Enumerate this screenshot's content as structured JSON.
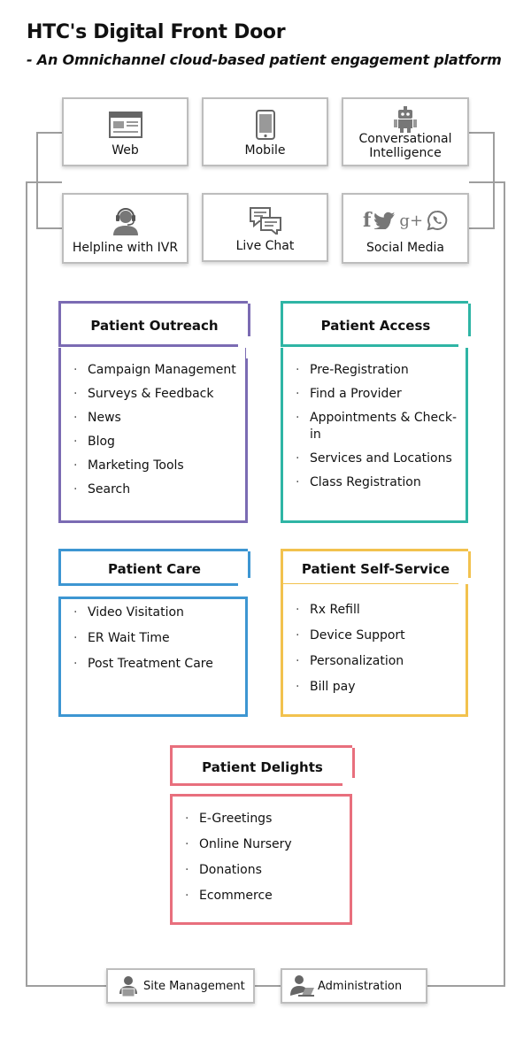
{
  "header": {
    "title": "HTC's Digital Front Door",
    "subtitle": "- An Omnichannel cloud-based patient engagement platform"
  },
  "channels": [
    {
      "label": "Web",
      "icon": "browser-window-icon"
    },
    {
      "label": "Mobile",
      "icon": "mobile-phone-icon"
    },
    {
      "label": "Conversational Intelligence",
      "icon": "robot-icon"
    },
    {
      "label": "Helpline with IVR",
      "icon": "headset-agent-icon"
    },
    {
      "label": "Live Chat",
      "icon": "chat-bubbles-icon"
    },
    {
      "label": "Social Media",
      "icon": "social-media-icons"
    }
  ],
  "social_glyphs": [
    "f",
    "g+"
  ],
  "sections": {
    "outreach": {
      "title": "Patient Outreach",
      "color": "#7b6bb3",
      "items": [
        "Campaign Management",
        "Surveys & Feedback",
        "News",
        "Blog",
        "Marketing Tools",
        "Search"
      ]
    },
    "access": {
      "title": "Patient Access",
      "color": "#2fb5a5",
      "items": [
        "Pre-Registration",
        "Find a Provider",
        "Appointments & Check-in",
        "Services and Locations",
        "Class Registration"
      ]
    },
    "care": {
      "title": "Patient Care",
      "color": "#3d96d2",
      "items": [
        "Video Visitation",
        "ER Wait Time",
        "Post Treatment Care"
      ]
    },
    "selfservice": {
      "title": "Patient Self-Service",
      "color": "#f2c24e",
      "items": [
        "Rx Refill",
        "Device Support",
        "Personalization",
        "Bill pay"
      ]
    },
    "delights": {
      "title": "Patient Delights",
      "color": "#e86f7d",
      "items": [
        "E-Greetings",
        "Online Nursery",
        "Donations",
        "Ecommerce"
      ]
    }
  },
  "management": {
    "site_label": "Site Management",
    "admin_label": "Administration"
  },
  "colors": {
    "wire": "#9e9e9e",
    "channel_border": "#bdbdbd"
  }
}
